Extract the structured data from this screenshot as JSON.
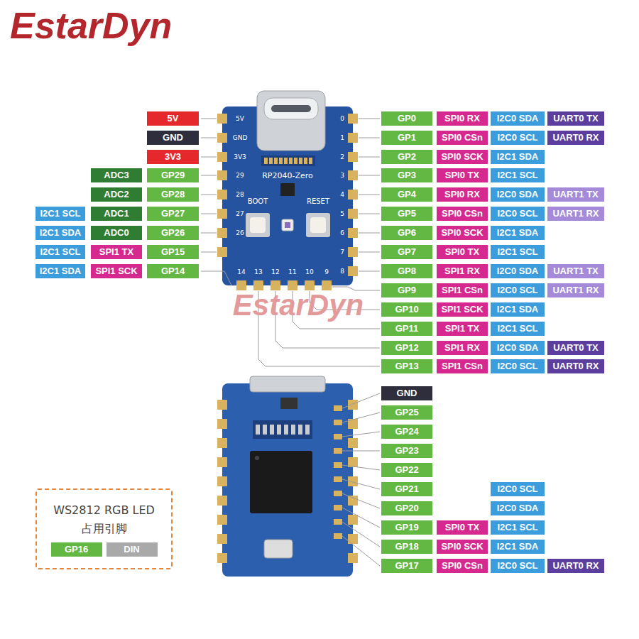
{
  "diagram": {
    "title": "EstarDyn",
    "nodes": [
      {
        "text": [
          "WS2812 RGB LED 占用引脚"
        ]
      }
    ],
    "labels": [
      "5V",
      "GND",
      "3V3",
      "ADC3",
      "GP29",
      "ADC2",
      "GP28",
      "I2C1 SCL",
      "ADC1",
      "GP27",
      "I2C1 SDA",
      "ADC0",
      "GP26",
      "I2C1 SCL",
      "SPI1 TX",
      "GP15",
      "I2C1 SDA",
      "SPI1 SCK",
      "GP14",
      "GP0",
      "SPI0 RX",
      "I2C0 SDA",
      "UART0 TX",
      "GP1",
      "SPI0 CSn",
      "I2C0 SCL",
      "UART0 RX",
      "GP2",
      "SPI0 SCK",
      "I2C1 SDA",
      "GP3",
      "SPI0 TX",
      "I2C1 SCL",
      "GP4",
      "SPI0 RX",
      "I2C0 SDA",
      "UART1 TX",
      "GP5",
      "SPI0 CSn",
      "I2C0 SCL",
      "UART1 RX",
      "GP6",
      "SPI0 SCK",
      "I2C1 SDA",
      "GP7",
      "SPI0 TX",
      "I2C1 SCL",
      "GP8",
      "SPI1 RX",
      "I2C0 SDA",
      "UART1 TX",
      "GP9",
      "SPI1 CSn",
      "I2C0 SCL",
      "UART1 RX",
      "GP10",
      "SPI1 SCK",
      "I2C1 SDA",
      "GP11",
      "SPI1 TX",
      "I2C1 SCL",
      "GP12",
      "SPI1 RX",
      "I2C0 SDA",
      "UART0 TX",
      "GP13",
      "SPI1 CSn",
      "I2C0 SCL",
      "UART0 RX",
      "GND",
      "GP25",
      "GP24",
      "GP23",
      "GP22",
      "GP21",
      "I2C0 SCL",
      "GP20",
      "I2C0 SDA",
      "GP19",
      "SPI0 TX",
      "I2C1 SCL",
      "GP18",
      "SPI0 SCK",
      "I2C1 SDA",
      "GP17",
      "SPI0 CSn",
      "I2C0 SCL",
      "UART0 RX",
      "5V",
      "GND",
      "3V3",
      "29",
      "28",
      "27",
      "26",
      "0",
      "1",
      "2",
      "3",
      "4",
      "5",
      "6",
      "7",
      "8",
      "14",
      "13",
      "12",
      "11",
      "10",
      "9",
      "RP2040-Zero",
      "BOOT",
      "RESET",
      "EstarDyn",
      "GP16",
      "DIN"
    ]
  }
}
